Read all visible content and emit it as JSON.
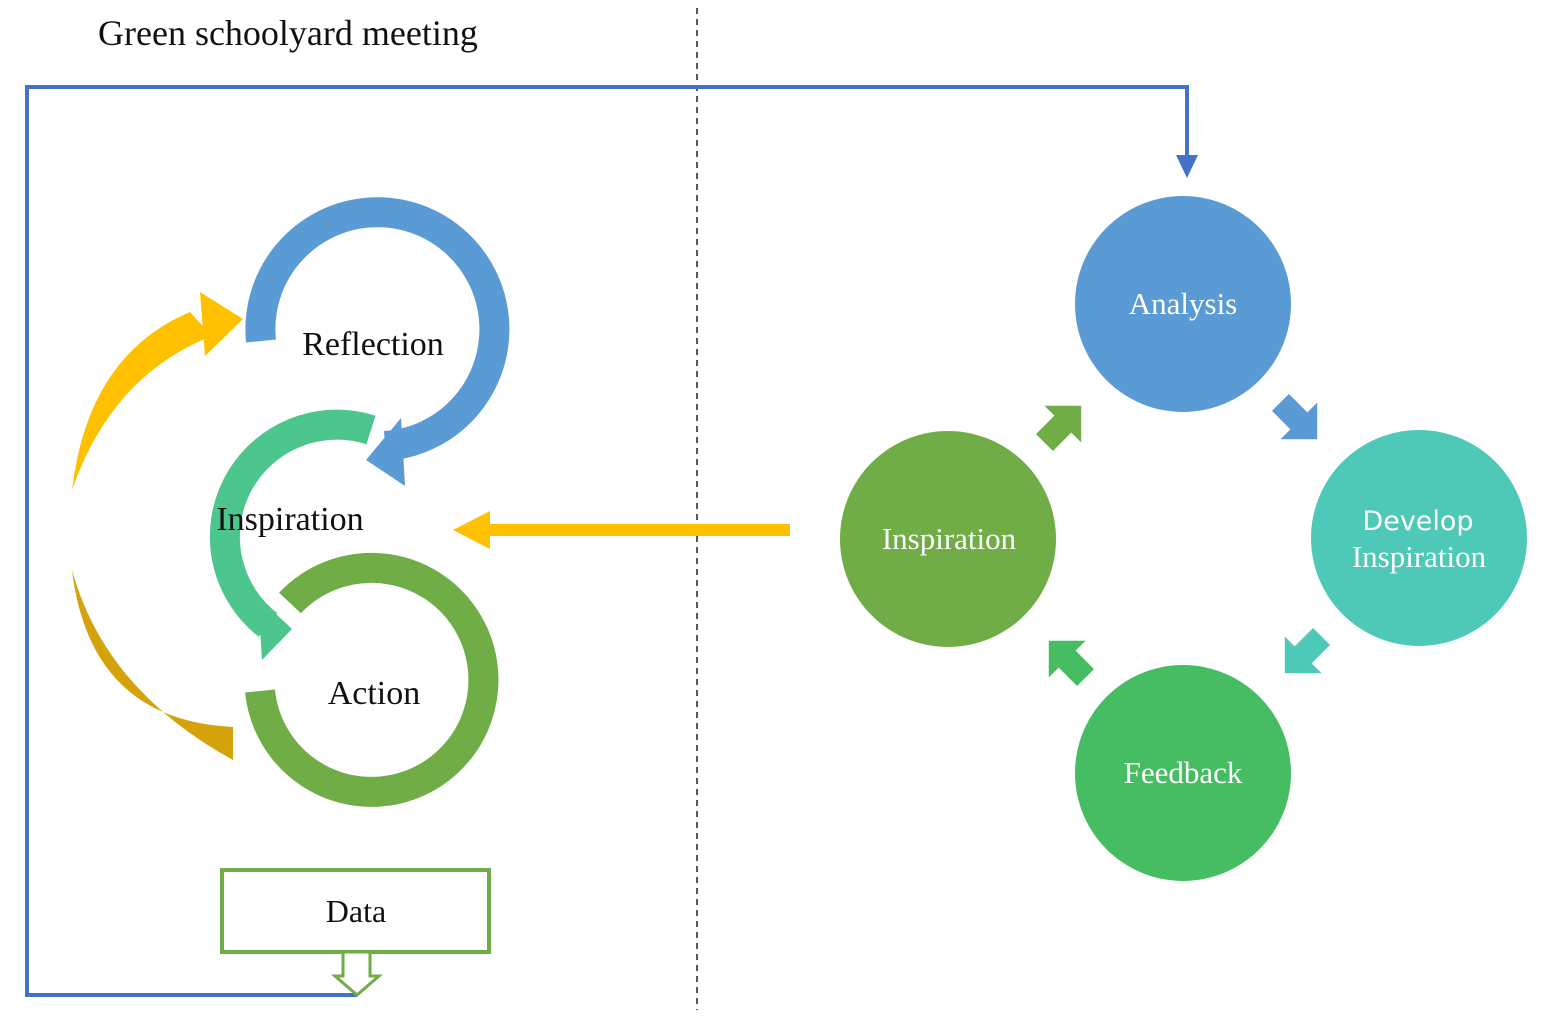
{
  "title": "Green schoolyard meeting",
  "left_cycle": {
    "reflection": "Reflection",
    "inspiration": "Inspiration",
    "action": "Action",
    "data": "Data"
  },
  "right_cycle": {
    "analysis": "Analysis",
    "develop_line1": "Develop",
    "develop_line2": "Inspiration",
    "feedback": "Feedback",
    "inspiration": "Inspiration"
  },
  "colors": {
    "blue_loop": "#4472c4",
    "reflection": "#5b9bd5",
    "inspiration_left": "#4cc68c",
    "action": "#70ad47",
    "yellow": "#ffc000",
    "gold_dark": "#d4a20a",
    "analysis": "#5b9bd5",
    "develop": "#4fc9b7",
    "feedback": "#46bd63",
    "inspiration_right": "#70ad47",
    "data_box": "#70ad47"
  }
}
